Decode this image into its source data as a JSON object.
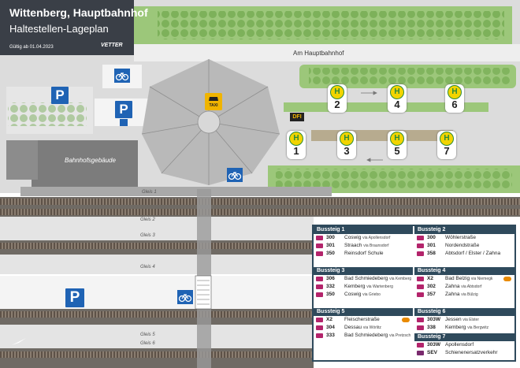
{
  "title": {
    "station": "Wittenberg, Hauptbahnhof",
    "subtitle": "Haltestellen-Lageplan",
    "valid_from": "Gültig ab 01.04.2023",
    "logo": "VETTER"
  },
  "map_labels": {
    "street": "Am Hauptbahnhof",
    "building": "Bahnhofsgebäude",
    "gleis": [
      "Gleis 1",
      "Gleis 2",
      "Gleis 3",
      "Gleis 4",
      "Gleis 5",
      "Gleis 6"
    ],
    "parking": "P",
    "taxi": "TAXI",
    "dfi": "DFI",
    "bus_stop_symbol": "H"
  },
  "bus_stops": [
    {
      "number": "2"
    },
    {
      "number": "4"
    },
    {
      "number": "6"
    },
    {
      "number": "1"
    },
    {
      "number": "3"
    },
    {
      "number": "5"
    },
    {
      "number": "7"
    }
  ],
  "platforms": [
    {
      "name": "Bussteig 1",
      "lines": [
        {
          "number": "300",
          "destination": "Coswig",
          "via": "via Apollensdorf",
          "icon": "bus"
        },
        {
          "number": "301",
          "destination": "Straach",
          "via": "via Braunsdorf",
          "icon": "bus"
        },
        {
          "number": "350",
          "destination": "Reinsdorf Schule",
          "via": "",
          "icon": "bus"
        }
      ]
    },
    {
      "name": "Bussteig 2",
      "lines": [
        {
          "number": "300",
          "destination": "Wöhlerstraße",
          "via": "",
          "icon": "bus"
        },
        {
          "number": "301",
          "destination": "Nordendstraße",
          "via": "",
          "icon": "bus"
        },
        {
          "number": "358",
          "destination": "Abtsdorf / Elster / Zahna",
          "via": "",
          "icon": "bus"
        }
      ]
    },
    {
      "name": "Bussteig 3",
      "lines": [
        {
          "number": "306",
          "destination": "Bad Schmiedeberg",
          "via": "via Kemberg",
          "icon": "bus"
        },
        {
          "number": "332",
          "destination": "Kemberg",
          "via": "via Wartenberg",
          "icon": "bus"
        },
        {
          "number": "350",
          "destination": "Coswig",
          "via": "via Griebo",
          "icon": "bus"
        }
      ]
    },
    {
      "name": "Bussteig 4",
      "lines": [
        {
          "number": "X2",
          "destination": "Bad Belzig",
          "via": "via Niemegk",
          "icon": "bus",
          "extra": "exchange-icon"
        },
        {
          "number": "302",
          "destination": "Zahna",
          "via": "via Abtsdorf",
          "icon": "bus"
        },
        {
          "number": "357",
          "destination": "Zahna",
          "via": "via Bülzig",
          "icon": "bus"
        }
      ]
    },
    {
      "name": "Bussteig 5",
      "lines": [
        {
          "number": "X2",
          "destination": "Fleischerstraße",
          "via": "",
          "icon": "bus",
          "extra": "exchange-icon"
        },
        {
          "number": "304",
          "destination": "Dessau",
          "via": "via Wörlitz",
          "icon": "bus"
        },
        {
          "number": "333",
          "destination": "Bad Schmiedeberg",
          "via": "via Pretzsch",
          "icon": "bus"
        }
      ]
    },
    {
      "name": "Bussteig 6",
      "lines": [
        {
          "number": "303W",
          "destination": "Jessen",
          "via": "via Elster",
          "icon": "bus"
        },
        {
          "number": "338",
          "destination": "Kemberg",
          "via": "via Bergwitz",
          "icon": "bus"
        }
      ]
    },
    {
      "name": "Bussteig 7",
      "lines": [
        {
          "number": "303W",
          "destination": "Apollensdorf",
          "via": "",
          "icon": "bus"
        },
        {
          "number": "SEV",
          "destination": "Schienenersatzverkehr",
          "via": "",
          "icon": "rail"
        }
      ]
    }
  ],
  "colors": {
    "header": "#3a3f47",
    "platform_header": "#2f4a5c",
    "bus_icon": "#b3246b",
    "parking": "#1f63b4",
    "taxi": "#f0b400",
    "bus_stop": "#f2d400",
    "grass": "#8fc06a",
    "track_bg": "#8a8580",
    "pavement": "#c8c8c8"
  }
}
